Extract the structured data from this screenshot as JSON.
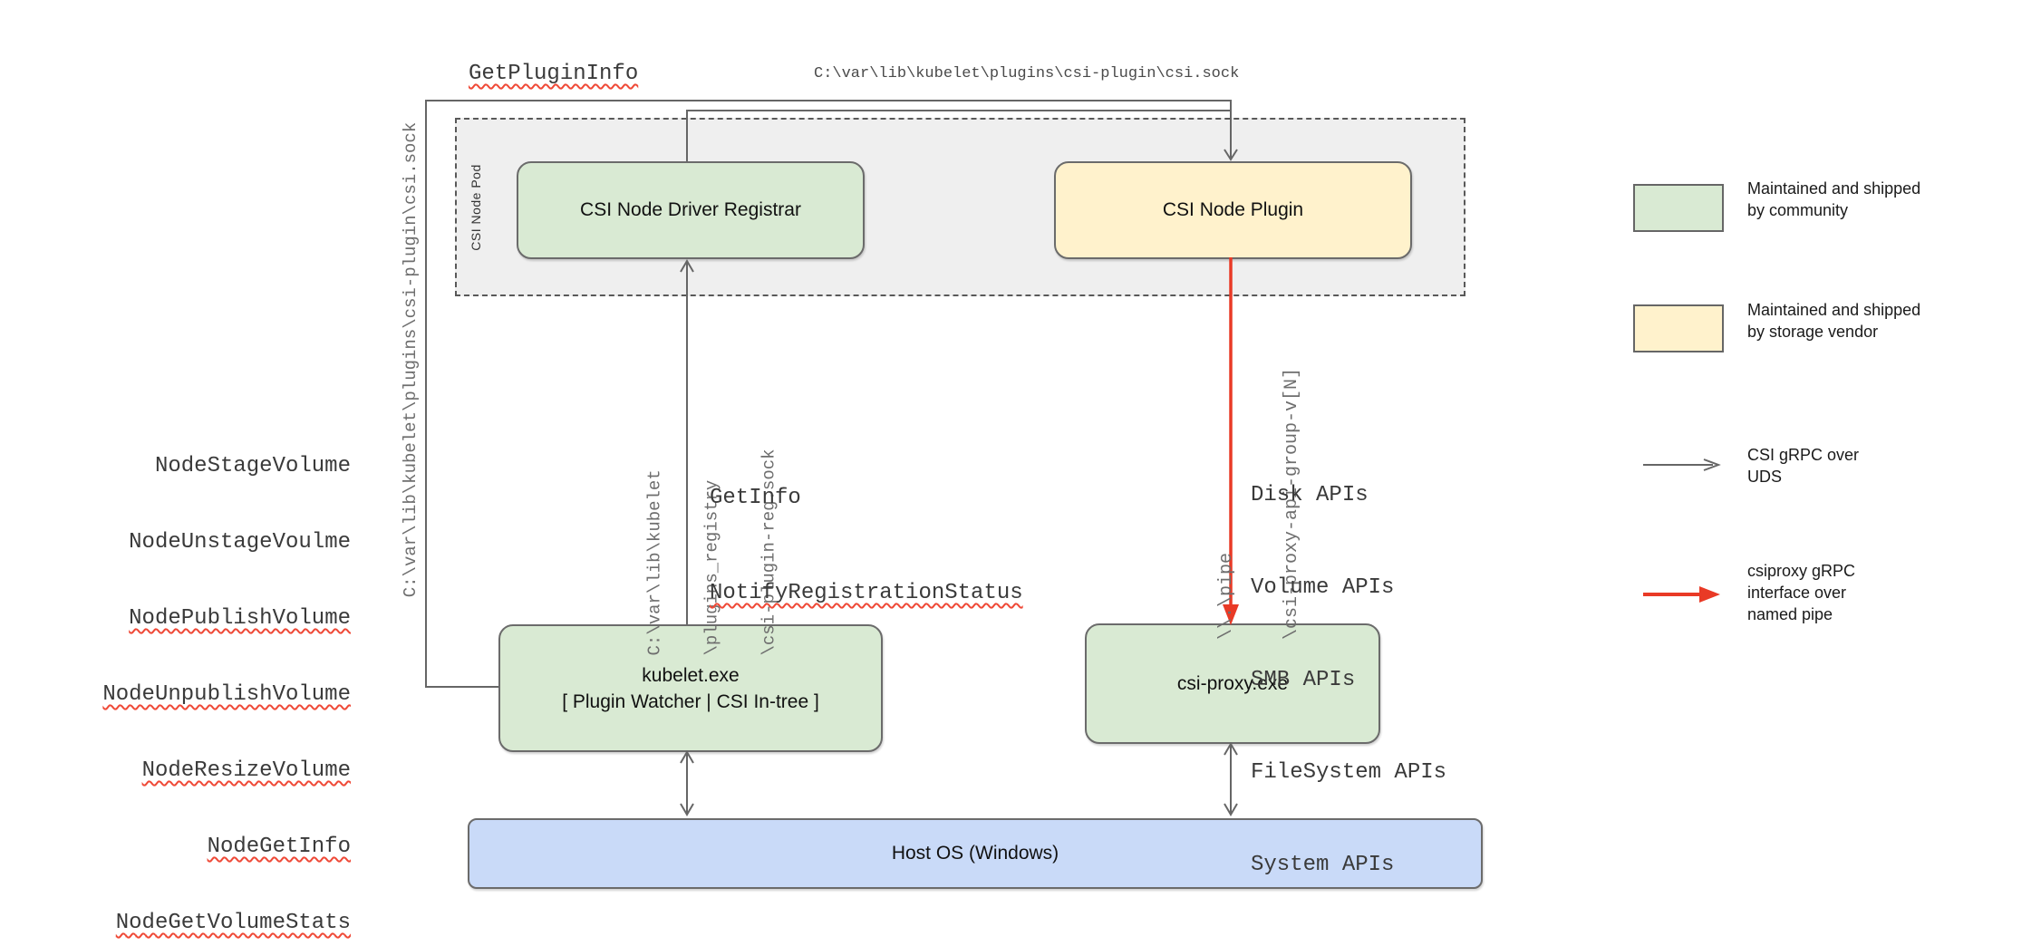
{
  "pod": {
    "label": "CSI Node Pod"
  },
  "nodes": {
    "registrar": "CSI Node Driver Registrar",
    "plugin": "CSI Node Plugin",
    "kubelet_line1": "kubelet.exe",
    "kubelet_line2": "[ Plugin Watcher | CSI In-tree ]",
    "csi_proxy": "csi-proxy.exe",
    "host_os": "Host OS (Windows)"
  },
  "labels": {
    "get_plugin_info": "GetPluginInfo",
    "plugin_socket_path": "C:\\var\\lib\\kubelet\\plugins\\csi-plugin\\csi.sock",
    "kubelet_socket_path_vertical": "C:\\var\\lib\\kubelet\\plugins\\csi-plugin\\csi.sock",
    "registration_socket_lines": [
      "C:\\var\\lib\\kubelet",
      "\\plugins_registry",
      "\\csi-plugin-reg.sock"
    ],
    "get_info": "GetInfo",
    "notify_registration_status": "NotifyRegistrationStatus",
    "named_pipe_lines": [
      "\\\\.\\pipe",
      "\\csi-proxy-api-group-v[N]"
    ],
    "node_calls": [
      "NodeStageVolume",
      "NodeUnstageVoulme",
      "NodePublishVolume",
      "NodeUnpublishVolume",
      "NodeResizeVolume",
      "NodeGetInfo",
      "NodeGetVolumeStats"
    ],
    "api_list": [
      "Disk APIs",
      "Volume APIs",
      "SMB APIs",
      "FileSystem APIs",
      "System APIs"
    ]
  },
  "legend": {
    "community_line1": "Maintained and shipped",
    "community_line2": "by community",
    "vendor_line1": "Maintained and shipped",
    "vendor_line2": "by storage vendor",
    "uds_line1": "CSI gRPC over",
    "uds_line2": "UDS",
    "pipe_line1": "csiproxy gRPC",
    "pipe_line2": "interface over",
    "pipe_line3": "named pipe"
  },
  "colors": {
    "community_fill": "#d9ead3",
    "vendor_fill": "#fff2cc",
    "host_fill": "#c9daf8",
    "pod_fill": "#efefef",
    "line_gray": "#666666",
    "arrow_red": "#e93a26",
    "squiggle_red": "#ef4937"
  }
}
